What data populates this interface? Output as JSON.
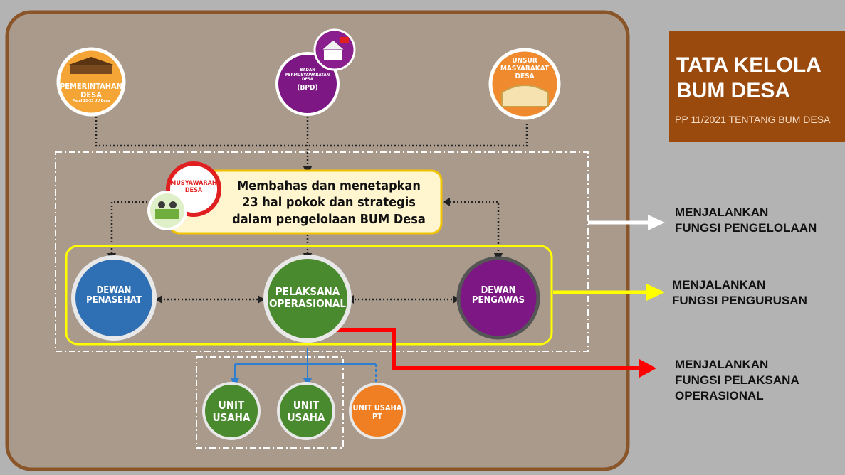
{
  "title_panel": {
    "title_line1": "TATA KELOLA",
    "title_line2": "BUM DESA",
    "subtitle": "PP 11/2021 TENTANG BUM DESA"
  },
  "top_nodes": {
    "pemerintahan": {
      "line1": "PEMERINTAHAN",
      "line2": "DESA",
      "note": "Pasal 23-33 UU Desa"
    },
    "bpd": {
      "line1": "BADAN",
      "line2": "PERMUSYAWARATAN",
      "line3": "DESA",
      "line4": "(BPD)"
    },
    "unsur": {
      "line1": "UNSUR",
      "line2": "MASYARAKAT",
      "line3": "DESA"
    }
  },
  "musyawarah": {
    "badge_line1": "MUSYAWARAH",
    "badge_line2": "DESA",
    "line1": "Membahas dan menetapkan",
    "line2": "23 hal pokok dan strategis",
    "line3": "dalam pengelolaan BUM Desa"
  },
  "organs": {
    "penasehat": {
      "line1": "DEWAN",
      "line2": "PENASEHAT"
    },
    "pelaksana": {
      "line1": "PELAKSANA",
      "line2": "OPERASIONAL"
    },
    "pengawas": {
      "line1": "DEWAN",
      "line2": "PENGAWAS"
    }
  },
  "units": {
    "unit1": {
      "line1": "UNIT",
      "line2": "USAHA"
    },
    "unit2": {
      "line1": "UNIT",
      "line2": "USAHA"
    },
    "unit3": {
      "line1": "UNIT USAHA",
      "line2": "PT"
    }
  },
  "functions": {
    "pengelolaan": {
      "line1": "MENJALANKAN",
      "line2": "FUNGSI PENGELOLAAN"
    },
    "pengurusan": {
      "line1": "MENJALANKAN",
      "line2": "FUNGSI PENGURUSAN"
    },
    "pelaksana": {
      "line1": "MENJALANKAN",
      "line2": "FUNGSI PELAKSANA",
      "line3": "OPERASIONAL"
    }
  },
  "colors": {
    "background": "#b3b3b3",
    "board_fill": "#a99a8c",
    "board_border": "#8a5528",
    "panel": "#9a4a0c",
    "orange": "#f5a535",
    "purple": "#7c1784",
    "blue": "#2f6fb4",
    "green": "#4a8a2f",
    "unit_orange": "#ef7f22",
    "yellow": "#ffff00",
    "red": "#ff0000"
  }
}
